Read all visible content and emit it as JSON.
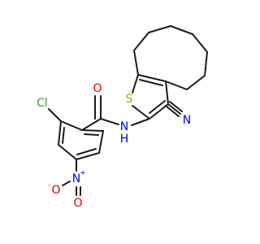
{
  "molecule": {
    "atoms": {
      "sulfur": {
        "label": "S",
        "color": "#b5a000"
      },
      "oxygen_carbonyl": {
        "label": "O",
        "color": "#e00000"
      },
      "nitrogen_amide": {
        "label": "N",
        "color": "#0000e0"
      },
      "hydrogen_amide": {
        "label": "H",
        "color": "#0000e0"
      },
      "nitrogen_nitrile": {
        "label": "N",
        "color": "#0000e0"
      },
      "chlorine": {
        "label": "Cl",
        "color": "#2ca02c"
      },
      "nitrogen_nitro": {
        "label": "N",
        "color": "#0000e0"
      },
      "nitro_charge_plus": {
        "label": "+",
        "color": "#0000e0"
      },
      "oxygen_nitro_left": {
        "label": "O",
        "color": "#e00000"
      },
      "nitro_charge_minus": {
        "label": "-",
        "color": "#e00000"
      },
      "oxygen_nitro_bottom": {
        "label": "O",
        "color": "#e00000"
      }
    },
    "bond_color": "#1a1a1a"
  }
}
